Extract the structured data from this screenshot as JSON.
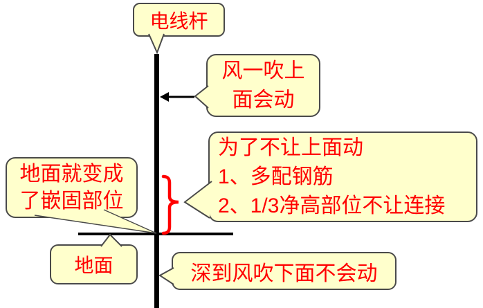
{
  "diagram": {
    "subject": "utility-pole-embedment-explanation",
    "colors": {
      "background": "#FFFFFF",
      "bubble_fill": "#FFFFCC",
      "bubble_border": "#4A4A4A",
      "text": "#FF0000",
      "line": "#000000",
      "brace": "#FF0000"
    },
    "icons": {
      "arrow": "left-arrow-icon",
      "brace": "curly-brace-icon"
    }
  },
  "callouts": [
    {
      "id": "pole-label",
      "lines": [
        "电线杆"
      ]
    },
    {
      "id": "wind-top",
      "lines": [
        "风一吹上",
        "面会动"
      ]
    },
    {
      "id": "rules",
      "lines": [
        "为了不让上面动",
        "1、多配钢筋",
        "2、1/3净高部位不让连接"
      ]
    },
    {
      "id": "embed",
      "lines": [
        "地面就变成",
        "了嵌固部位"
      ]
    },
    {
      "id": "ground",
      "lines": [
        "地面"
      ]
    },
    {
      "id": "deep",
      "lines": [
        "深到风吹下面不会动"
      ]
    }
  ]
}
